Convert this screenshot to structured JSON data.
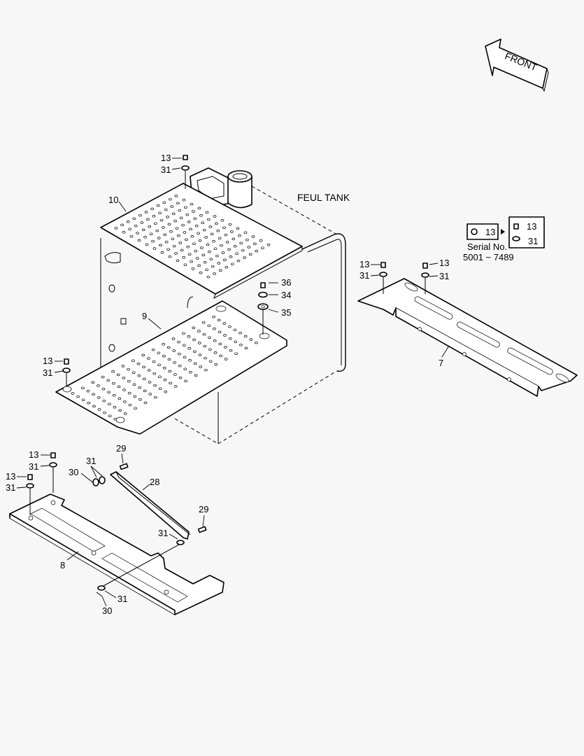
{
  "front_label": "FRONT",
  "tank_label": "FEUL TANK",
  "serial": {
    "title": "Serial No.",
    "range": "5001 ~ 7489",
    "old_part": "13",
    "new_parts": [
      "13",
      "31"
    ]
  },
  "callouts": {
    "c13_top": "13",
    "c31_top": "31",
    "c10": "10",
    "c36": "36",
    "c34": "34",
    "c35": "35",
    "c9": "9",
    "c13_left": "13",
    "c31_left": "31",
    "c13_r1": "13",
    "c31_r1": "31",
    "c13_r2": "13",
    "c31_r2": "31",
    "c7": "7",
    "c13_b1": "13",
    "c31_b1": "31",
    "c13_b2": "13",
    "c31_b2": "31",
    "c29_a": "29",
    "c31_c": "31",
    "c30_a": "30",
    "c28": "28",
    "c29_b": "29",
    "c31_d": "31",
    "c8": "8",
    "c31_e": "31",
    "c30_b": "30"
  }
}
